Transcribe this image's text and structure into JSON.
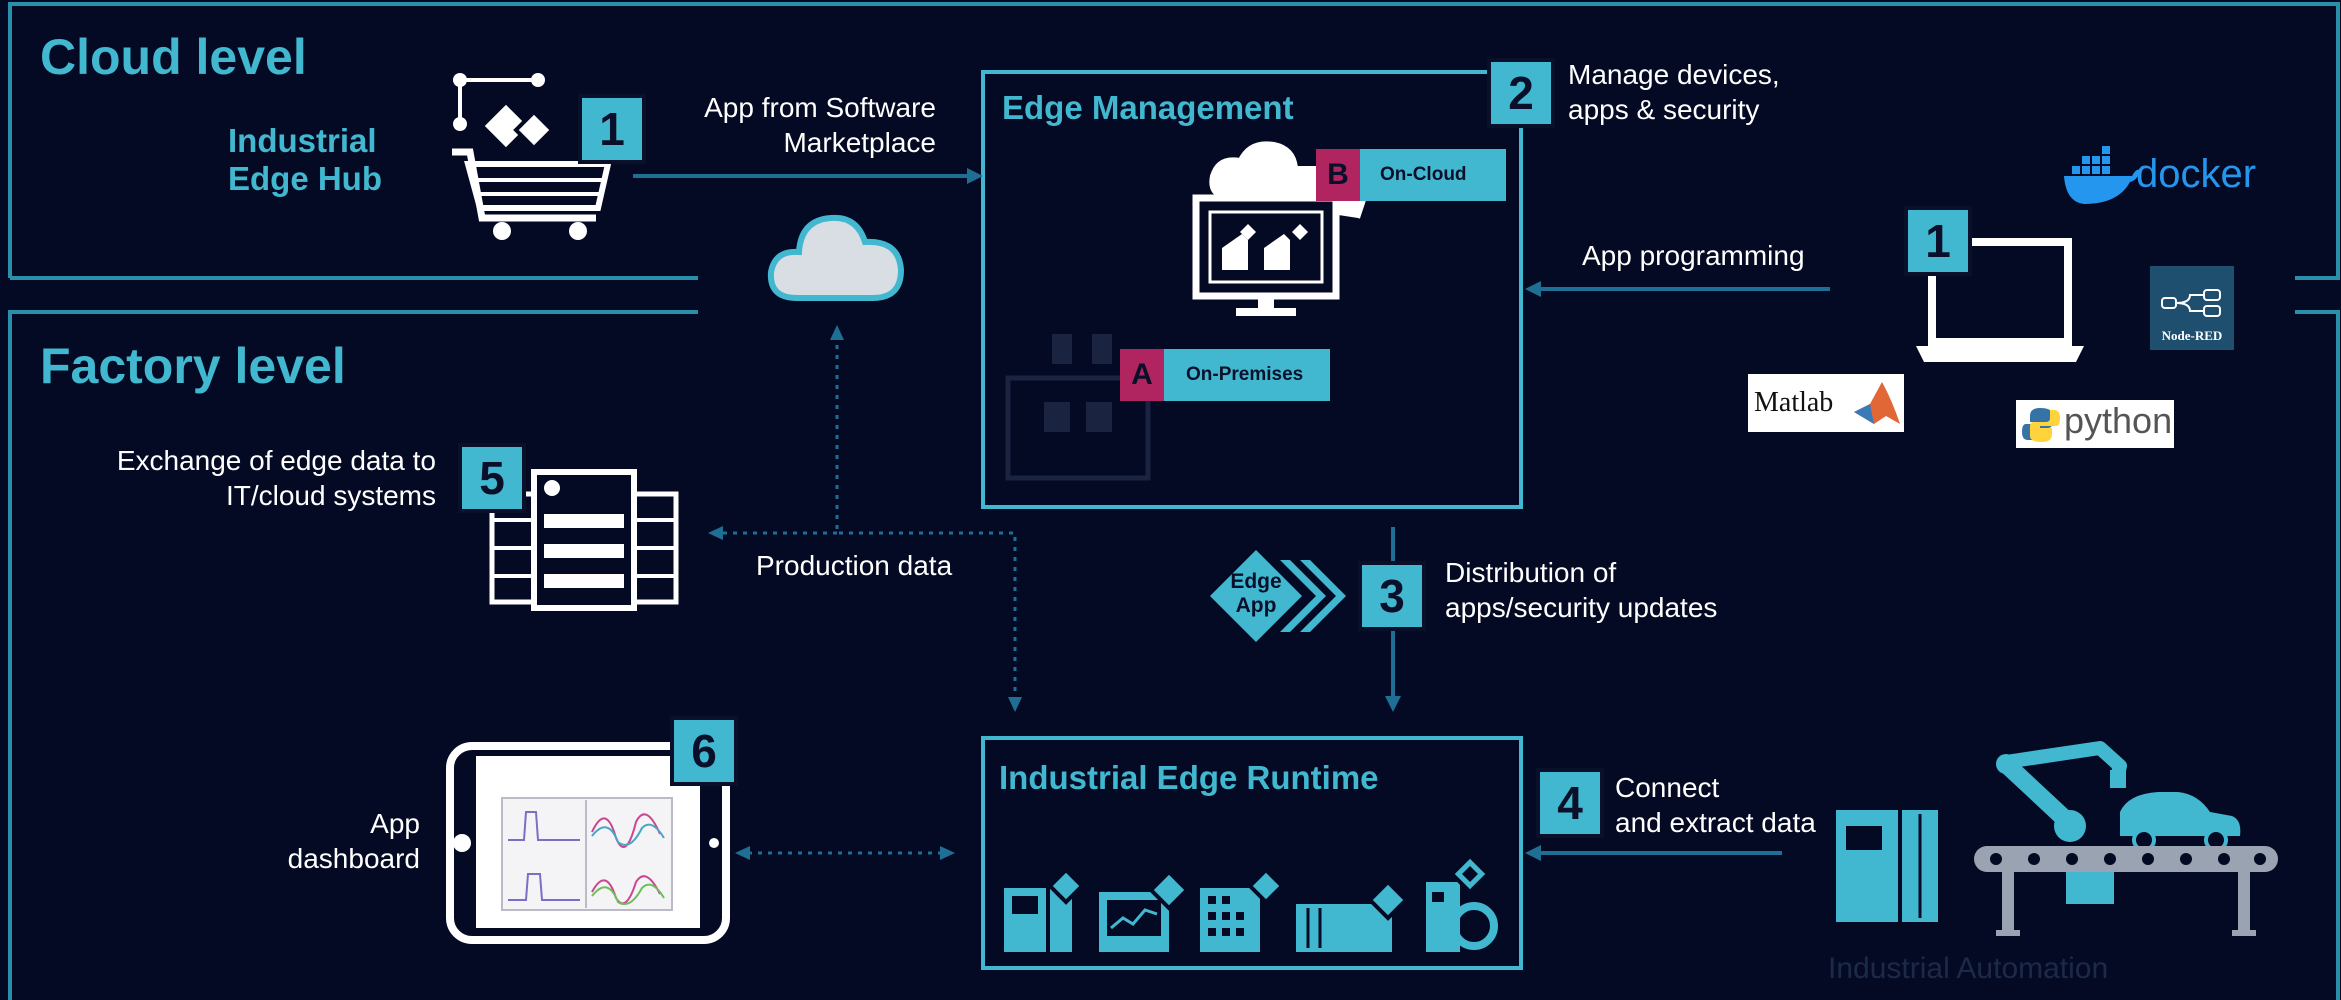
{
  "levels": {
    "cloud": "Cloud level",
    "factory": "Factory level"
  },
  "hub": {
    "title_line1": "Industrial",
    "title_line2": "Edge Hub",
    "badge": "1"
  },
  "marketplace": {
    "line1": "App from Software",
    "line2": "Marketplace"
  },
  "edge_management": {
    "title": "Edge Management",
    "badge": "2",
    "desc_line1": "Manage devices,",
    "desc_line2": "apps & security",
    "on_cloud": {
      "letter": "B",
      "label": "On-Cloud"
    },
    "on_premises": {
      "letter": "A",
      "label": "On-Premises"
    }
  },
  "programming": {
    "label": "App programming",
    "badge": "1",
    "logos": {
      "docker": "docker",
      "nodered": "Node-RED",
      "matlab": "Matlab",
      "python": "python"
    }
  },
  "exchange": {
    "line1": "Exchange of edge data to",
    "line2": "IT/cloud systems",
    "badge": "5"
  },
  "production_data": "Production data",
  "distribution": {
    "badge": "3",
    "line1": "Distribution of",
    "line2": "apps/security updates",
    "edge_app_line1": "Edge",
    "edge_app_line2": "App"
  },
  "runtime": {
    "title": "Industrial Edge Runtime"
  },
  "connect": {
    "badge": "4",
    "line1": "Connect",
    "line2": "and extract data"
  },
  "dashboard": {
    "badge": "6",
    "line1": "App",
    "line2": "dashboard"
  },
  "automation": {
    "label": "Industrial Automation"
  },
  "colors": {
    "background": "#050a24",
    "accent": "#41b8cf",
    "tag_letter": "#b0245f",
    "line": "#1f6f95"
  }
}
